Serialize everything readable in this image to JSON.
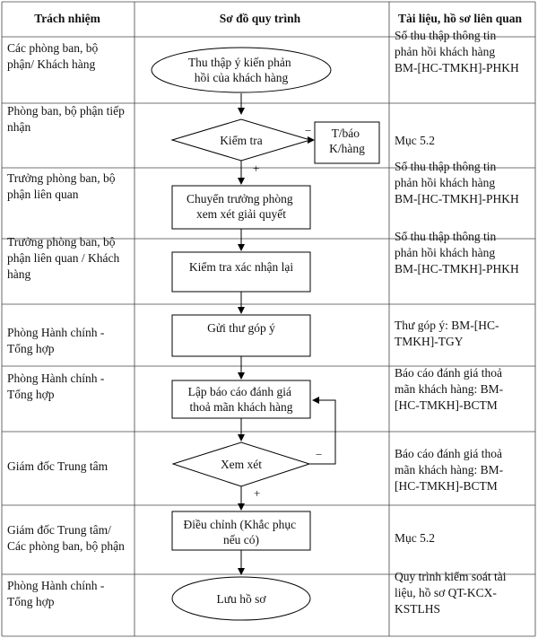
{
  "headers": {
    "responsibility": "Trách nhiệm",
    "flowchart": "Sơ đồ quy trình",
    "documents": "Tài liệu, hồ sơ liên quan"
  },
  "rows": [
    {
      "responsibility": [
        "Các phòng ban, bộ",
        "phận/ Khách hàng"
      ],
      "documents": [
        "Sổ thu thập  thông tin",
        "phản hồi khách hàng",
        "BM-[HC-TMKH]-PHKH"
      ]
    },
    {
      "responsibility": [
        "Phòng ban, bộ phận tiếp",
        "nhận"
      ],
      "documents": [
        "Mục 5.2"
      ]
    },
    {
      "responsibility": [
        "Trưởng phòng ban, bộ",
        "phận liên quan"
      ],
      "documents": [
        "Sổ thu thập  thông tin",
        "phản hồi khách hàng",
        "BM-[HC-TMKH]-PHKH"
      ]
    },
    {
      "responsibility": [
        "Trưởng phòng ban, bộ",
        "phận liên quan / Khách",
        "hàng"
      ],
      "documents": [
        "Sổ thu thập  thông tin",
        "phản hồi khách hàng",
        "BM-[HC-TMKH]-PHKH"
      ]
    },
    {
      "responsibility": [
        "Phòng Hành chính -",
        "Tổng hợp"
      ],
      "documents": [
        "Thư góp ý: BM-[HC-",
        "TMKH]-TGY"
      ]
    },
    {
      "responsibility": [
        "Phòng Hành chính -",
        "Tổng hợp"
      ],
      "documents": [
        "Báo cáo đánh giá thoả",
        "mãn khách hàng: BM-",
        "[HC-TMKH]-BCTM"
      ]
    },
    {
      "responsibility": [
        "Giám đốc Trung tâm"
      ],
      "documents": [
        "Báo cáo đánh giá thoả",
        "mãn khách hàng: BM-",
        "[HC-TMKH]-BCTM"
      ]
    },
    {
      "responsibility": [
        "Giám đốc Trung tâm/",
        "Các phòng ban, bộ phận"
      ],
      "documents": [
        "Mục 5.2"
      ]
    },
    {
      "responsibility": [
        "Phòng Hành chính -",
        "Tổng hợp"
      ],
      "documents": [
        "Quy trình kiểm soát tài",
        "liệu, hồ sơ QT-KCX-",
        "KSTLHS"
      ]
    }
  ],
  "flow": {
    "collect_feedback": [
      "Thu thập ý kiến phản",
      "hồi của khách hàng"
    ],
    "check": [
      "Kiểm tra"
    ],
    "notify_customer": [
      "T/báo",
      "K/hàng"
    ],
    "forward_to_head": [
      "Chuyển trưởng phòng",
      "xem xét giải quyết"
    ],
    "recheck_confirm": [
      "Kiểm tra xác nhận lại"
    ],
    "send_letter": [
      "Gửi thư góp ý"
    ],
    "make_report": [
      "Lập báo cáo đánh giá",
      "thoả mãn khách hàng"
    ],
    "review": [
      "Xem xét"
    ],
    "adjust": [
      "Điều chỉnh (Khắc phục",
      "nếu có)"
    ],
    "archive": [
      "Lưu hồ sơ"
    ],
    "minus_sign": "−",
    "plus_sign": "+"
  }
}
